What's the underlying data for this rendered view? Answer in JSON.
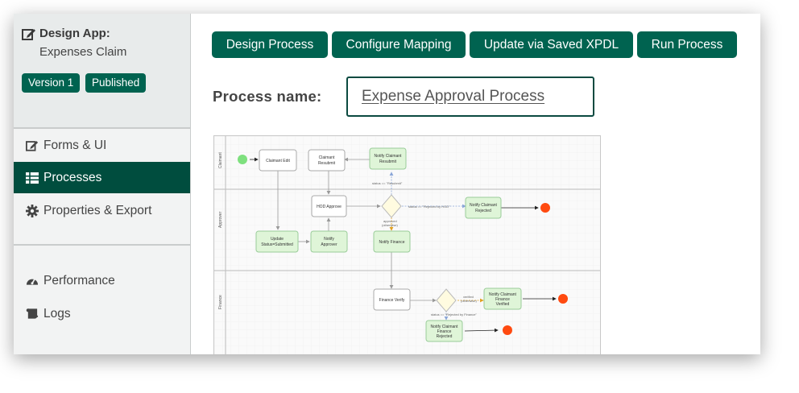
{
  "app": {
    "label": "Design App:",
    "name": "Expenses Claim",
    "version_badge": "Version 1",
    "status_badge": "Published"
  },
  "nav": {
    "forms": "Forms & UI",
    "processes": "Processes",
    "properties": "Properties & Export",
    "performance": "Performance",
    "logs": "Logs"
  },
  "toolbar": {
    "design": "Design Process",
    "mapping": "Configure Mapping",
    "xpdl": "Update via Saved XPDL",
    "run": "Run Process"
  },
  "process_name": {
    "label": "Process name:",
    "value": "Expense Approval Process"
  },
  "diagram": {
    "lanes": [
      "Claimant",
      "Approver",
      "Finance"
    ],
    "tasks": {
      "claimant_edit": "Claimant Edit",
      "claimant_resubmit": [
        "Claimant",
        "Resubmit"
      ],
      "notify_resubmit": [
        "Notify Claimant",
        "Resubmit"
      ],
      "hod_approve": "HOD Approve",
      "notify_rejected": [
        "Notify Claimant",
        "Rejected"
      ],
      "update_status": [
        "Update",
        "Status=Submitted"
      ],
      "notify_approver": [
        "Notify",
        "Approver"
      ],
      "notify_finance": "Notify Finance",
      "finance_verify": "Finance Verify",
      "notify_verified": [
        "Notify Claimant",
        "Finance",
        "Verified"
      ],
      "notify_fin_rejected": [
        "Notify Claimant",
        "Finance",
        "Rejected"
      ]
    },
    "conditions": {
      "resubmit": "status == \"Resubmit\"",
      "rejected_hod": "status == \"Rejected by HOD\"",
      "approved": [
        "approved",
        "(otherwise)"
      ],
      "verified": [
        "verified",
        "(otherwise)"
      ],
      "rejected_finance": "status == \"Rejected by Finance\""
    }
  }
}
